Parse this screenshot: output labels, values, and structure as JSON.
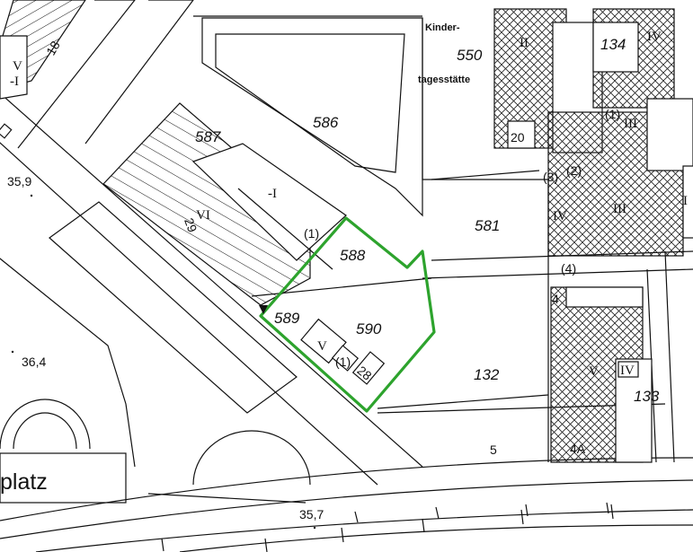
{
  "map": {
    "parcels": {
      "p586": "586",
      "p587": "587",
      "p588": "588",
      "p589": "589",
      "p590": "590",
      "p581": "581",
      "p550": "550",
      "p134": "134",
      "p132": "132",
      "p133": "133"
    },
    "house_numbers": {
      "h18": "18",
      "h29": "29",
      "h28": "28",
      "h20": "20",
      "h5": "5",
      "h4": "4",
      "h4a": "4A"
    },
    "floors": {
      "f_v_left": "V",
      "f_i_left": "-I",
      "f_vi": "VI",
      "f_i_mid": "-I",
      "f_ii": "II",
      "f_iv_top": "IV",
      "f_iii_a": "III",
      "f_iii_b": "III",
      "f_iv_mid": "IV",
      "f_v_lower": "V",
      "f_iv_lower": "IV",
      "f_v_small": "V",
      "f_i_right": "I"
    },
    "counts": {
      "c1_a": "(1)",
      "c1_b": "(1)",
      "c1_c": "(1)",
      "c3": "(3)",
      "c2": "(2)",
      "c4": "(4)"
    },
    "heights": {
      "e1": "35,9",
      "e2": "36,4",
      "e3": "35,7"
    },
    "labels": {
      "kinder": "Kinder-",
      "tages": "tagesstätte",
      "platz": "platz"
    },
    "colors": {
      "highlight": "#2da32d",
      "line": "#111111"
    }
  }
}
